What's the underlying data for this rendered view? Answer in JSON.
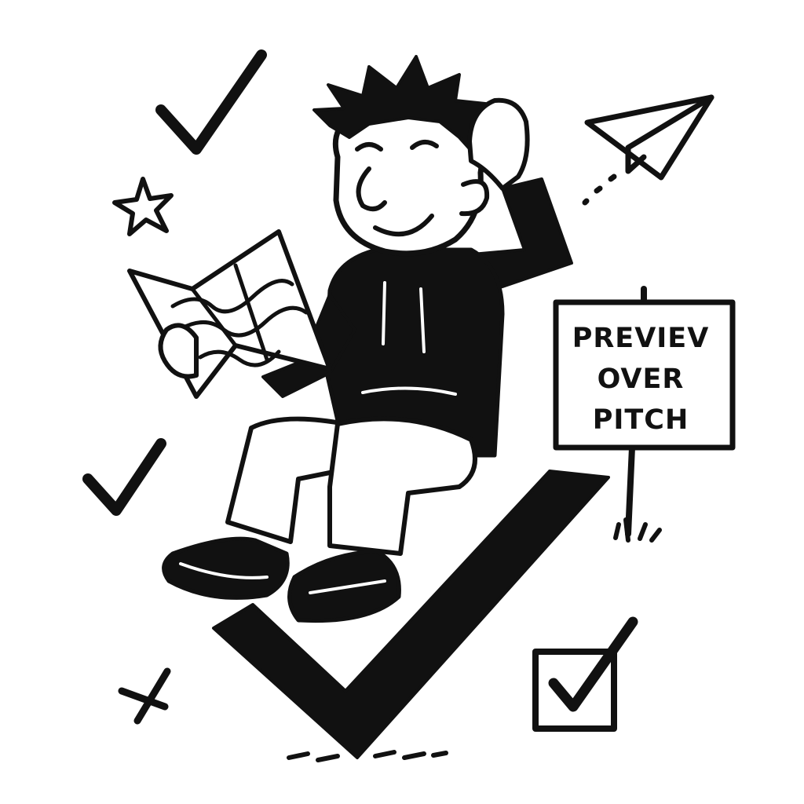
{
  "colors": {
    "ink": "#111111",
    "paper": "#ffffff"
  },
  "icons": [
    "checkmark-icon",
    "star-icon",
    "paper-plane-icon",
    "cross-icon",
    "checkbox-icon",
    "big-checkmark-icon",
    "folded-map-icon"
  ],
  "sign": {
    "line1": "PREVIEV",
    "line2": "OVER",
    "line3": "PITCH"
  }
}
